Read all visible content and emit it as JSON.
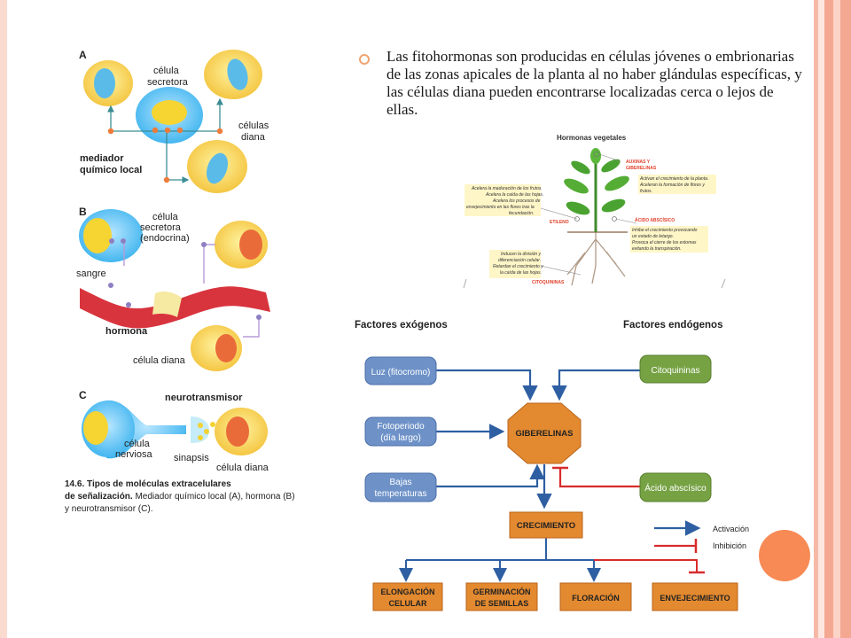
{
  "text": {
    "bullet": "Las fitohormonas son producidas en células jóvenes o embrionarias de las zonas apicales de la planta al no haber glándulas específicas, y las células diana pueden encontrarse localizadas cerca o lejos de ellas."
  },
  "cell_figure": {
    "panel_a": {
      "letter": "A",
      "secretora": [
        "célula",
        "secretora"
      ],
      "diana": [
        "células",
        "diana"
      ],
      "mediador": [
        "mediador",
        "químico local"
      ]
    },
    "panel_b": {
      "letter": "B",
      "secretora": [
        "célula",
        "secretora",
        "(endocrina)"
      ],
      "sangre": "sangre",
      "hormona": "hormona",
      "diana": "célula diana"
    },
    "panel_c": {
      "letter": "C",
      "neuro": "neurotransmisor",
      "nerviosa": [
        "célula",
        "nerviosa"
      ],
      "sinapsis": "sinapsis",
      "diana": "célula diana"
    },
    "caption": {
      "bold1": "14.6. Tipos de moléculas extracelulares",
      "bold2": "de señalización.",
      "rest2": " Mediador químico local (A), hormona (B)",
      "line3": "y neurotransmisor (C)."
    }
  },
  "plant_figure": {
    "title": "Hormonas vegetales",
    "auxinas": [
      "AUXINAS Y",
      "GIBERELINAS"
    ],
    "aux_desc": [
      "Activan el crecimiento de la planta.",
      "Aceleran la formación de flores y",
      "frutos."
    ],
    "etileno": "ETILENO",
    "etileno_desc": [
      "Acelera la maduración de los frutos.",
      "Acelera la caída de las hojas.",
      "Acelera los procesos de",
      "envejecimiento en las flores tras la",
      "fecundación."
    ],
    "abscisico": "ÁCIDO ABSCÍSICO",
    "abs_desc": [
      "Inhibe el crecimiento provocando",
      "un estado de letargo.",
      "Provoca el cierre de los estomas",
      "evitando la transpiración."
    ],
    "citoquininas": "CITOQUININAS",
    "cito_desc": [
      "Inducen la división y",
      "diferenciación celular.",
      "Retardan el crecimiento y",
      "la caída de las hojas."
    ]
  },
  "flow": {
    "exogenos": "Factores exógenos",
    "endogenos": "Factores endógenos",
    "luz": "Luz (fitocromo)",
    "fotoperiodo": [
      "Fotoperiodo",
      "(día largo)"
    ],
    "bajas": [
      "Bajas",
      "temperaturas"
    ],
    "citoquininas": "Citoquininas",
    "acido": "Ácido abscísico",
    "giberelinas": "GIBERELINAS",
    "crecimiento": "CRECIMIENTO",
    "activacion": "Activación",
    "inhibicion": "Inhibición",
    "elongacion": [
      "ELONGACIÓN",
      "CELULAR"
    ],
    "germinacion": [
      "GERMINACIÓN",
      "DE SEMILLAS"
    ],
    "floracion": "FLORACIÓN",
    "envejecimiento": "ENVEJECIMIENTO"
  },
  "colors": {
    "blue_box": "#6e92c8",
    "green_box": "#76a244",
    "orange_box": "#e3892f",
    "activation": "#2e5fa2",
    "inhibition": "#d82b2b",
    "accent": "#f78a55"
  }
}
